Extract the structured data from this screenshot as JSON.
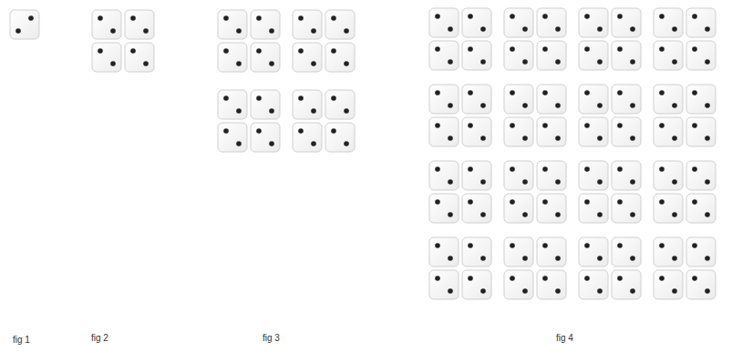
{
  "diagram": {
    "labels": [
      "fig 1",
      "fig 2",
      "fig 3",
      "fig 4"
    ]
  }
}
